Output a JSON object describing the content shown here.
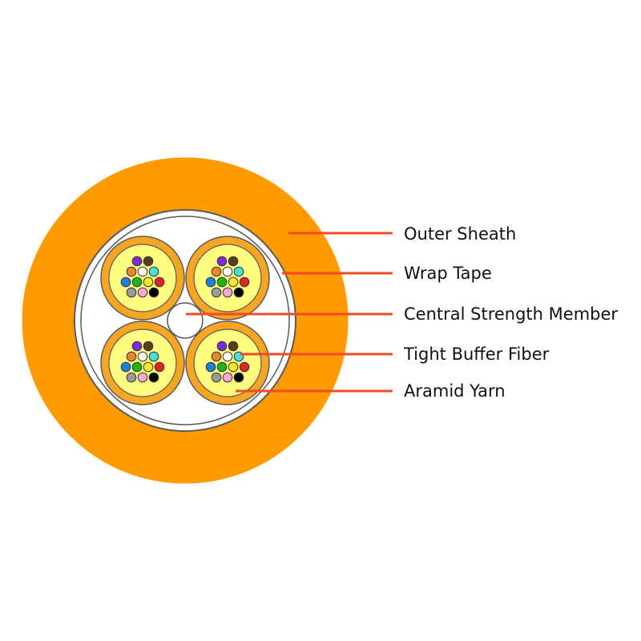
{
  "labels": {
    "outer_sheath": "Outer Sheath",
    "wrap_tape": "Wrap Tape",
    "central_strength_member": "Central Strength Member",
    "tight_buffer_fiber": "Tight Buffer Fiber",
    "aramid_yarn": "Aramid Yarn"
  },
  "colors": {
    "sheath": "#ff9a00",
    "tube": "#f6a623",
    "yarn": "#fffd80",
    "leader": "#f04b23",
    "outline": "#5a5a5a"
  },
  "fiber_colors": [
    "#7b2ae0",
    "#5a3e1b",
    "#e8852c",
    "#ffffff",
    "#44e0e0",
    "#1a7fe0",
    "#18b818",
    "#f4e82a",
    "#e02424",
    "#9a9a9a",
    "#f6a8d8",
    "#000000"
  ],
  "unit_count": 4
}
